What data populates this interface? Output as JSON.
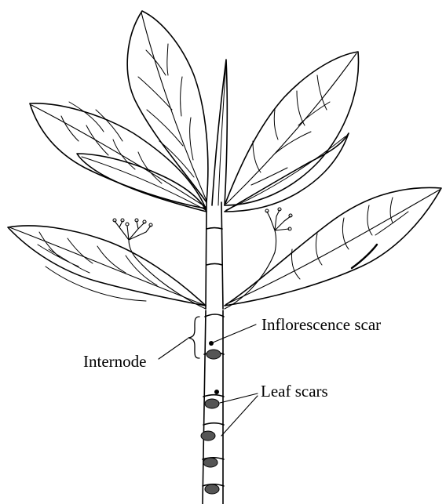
{
  "labels": {
    "inflorescence_scar": "Inflorescence scar",
    "internode": "Internode",
    "leaf_scars": "Leaf scars"
  },
  "colors": {
    "ink": "#000000",
    "paper": "#ffffff",
    "scar_fill": "#555555"
  }
}
